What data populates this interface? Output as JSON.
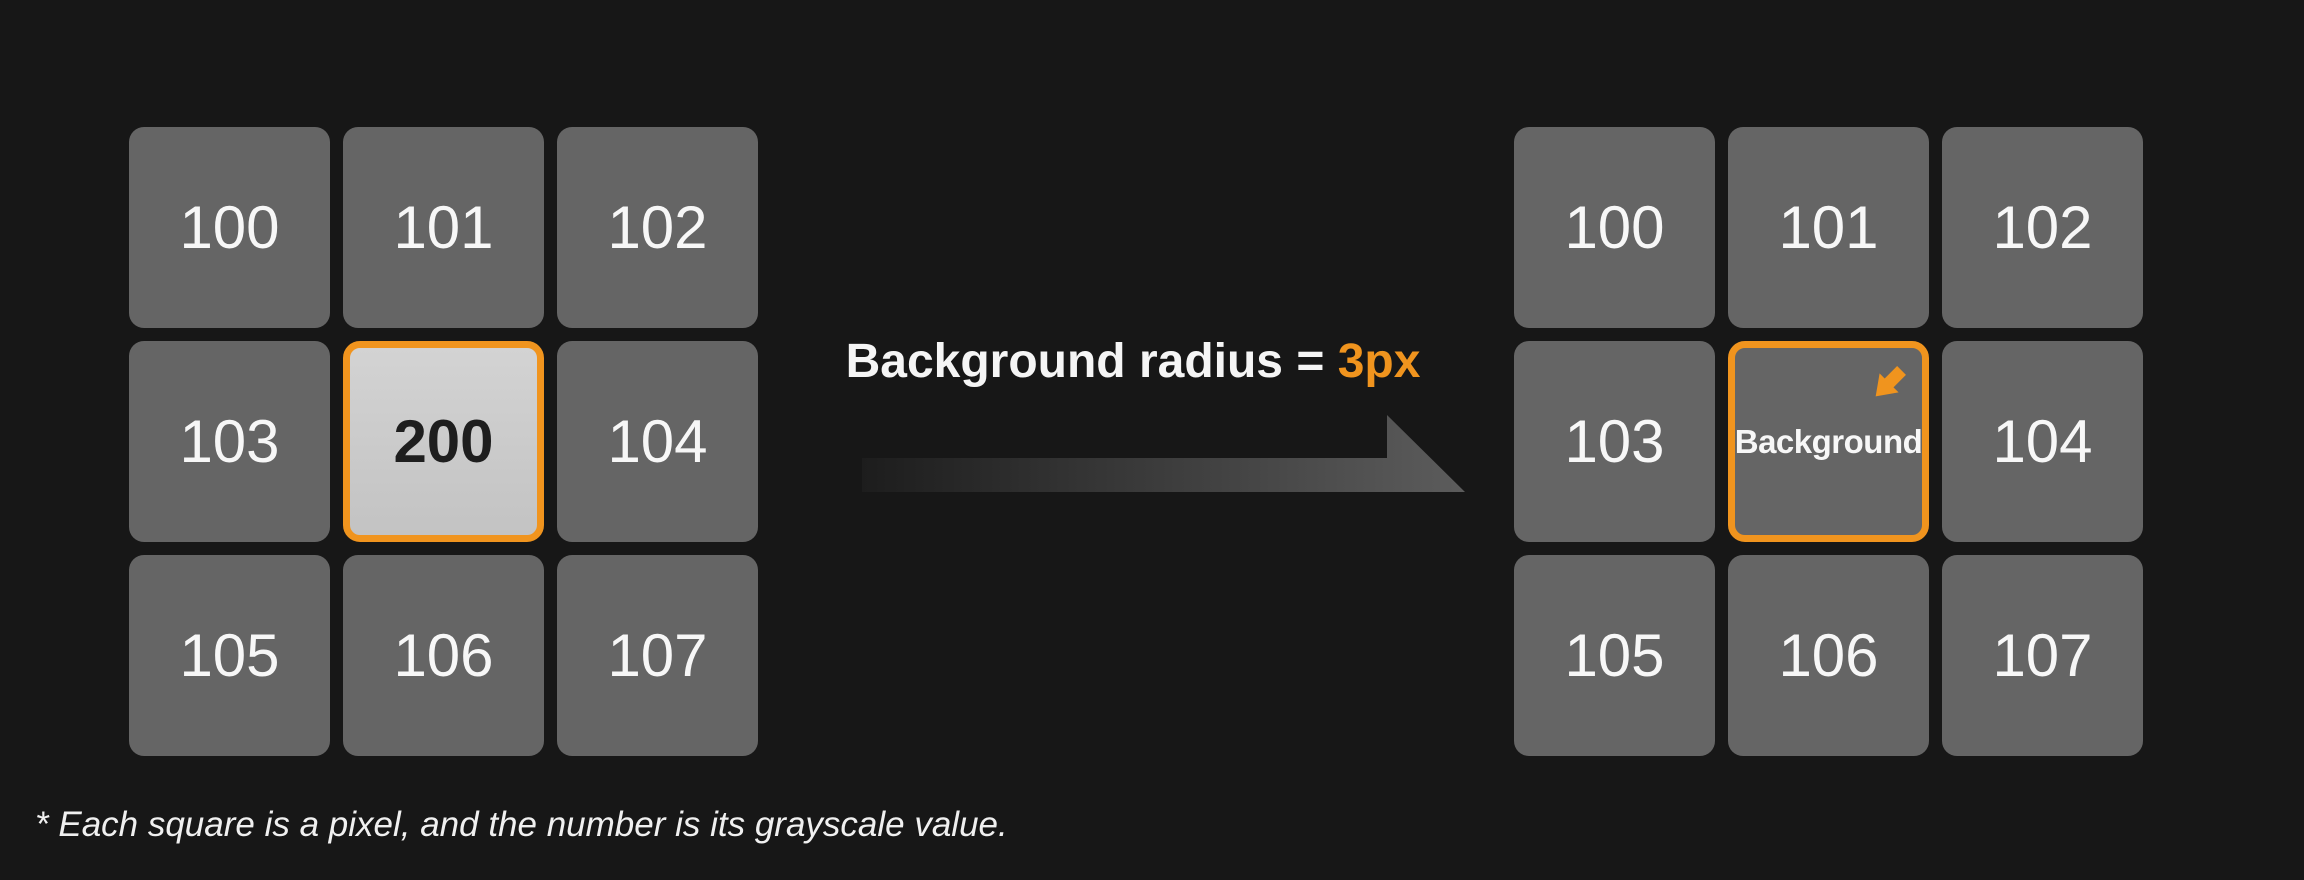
{
  "heading": {
    "prefix": "Background radius = ",
    "value": "3px"
  },
  "left_grid": {
    "cells": [
      {
        "label": "100"
      },
      {
        "label": "101"
      },
      {
        "label": "102"
      },
      {
        "label": "103"
      },
      {
        "label": "200",
        "highlighted": true
      },
      {
        "label": "104"
      },
      {
        "label": "105"
      },
      {
        "label": "106"
      },
      {
        "label": "107"
      }
    ]
  },
  "right_grid": {
    "cells": [
      {
        "label": "100"
      },
      {
        "label": "101"
      },
      {
        "label": "102"
      },
      {
        "label": "103"
      },
      {
        "label": "Background",
        "highlighted": true,
        "icon": "southwest-arrow-icon"
      },
      {
        "label": "104"
      },
      {
        "label": "105"
      },
      {
        "label": "106"
      },
      {
        "label": "107"
      }
    ]
  },
  "caption": "* Each square is a pixel, and the number is its grayscale value.",
  "colors": {
    "background": "#171717",
    "cell_gray": "#656565",
    "cell_highlight_fill": "#cbcbcb",
    "accent_orange": "#F0941E",
    "text_light": "#f7f7f7",
    "text_dark": "#1e1e1e",
    "arrow_gradient_start": "#1d1d1d",
    "arrow_gradient_end": "#5c5c5c"
  }
}
